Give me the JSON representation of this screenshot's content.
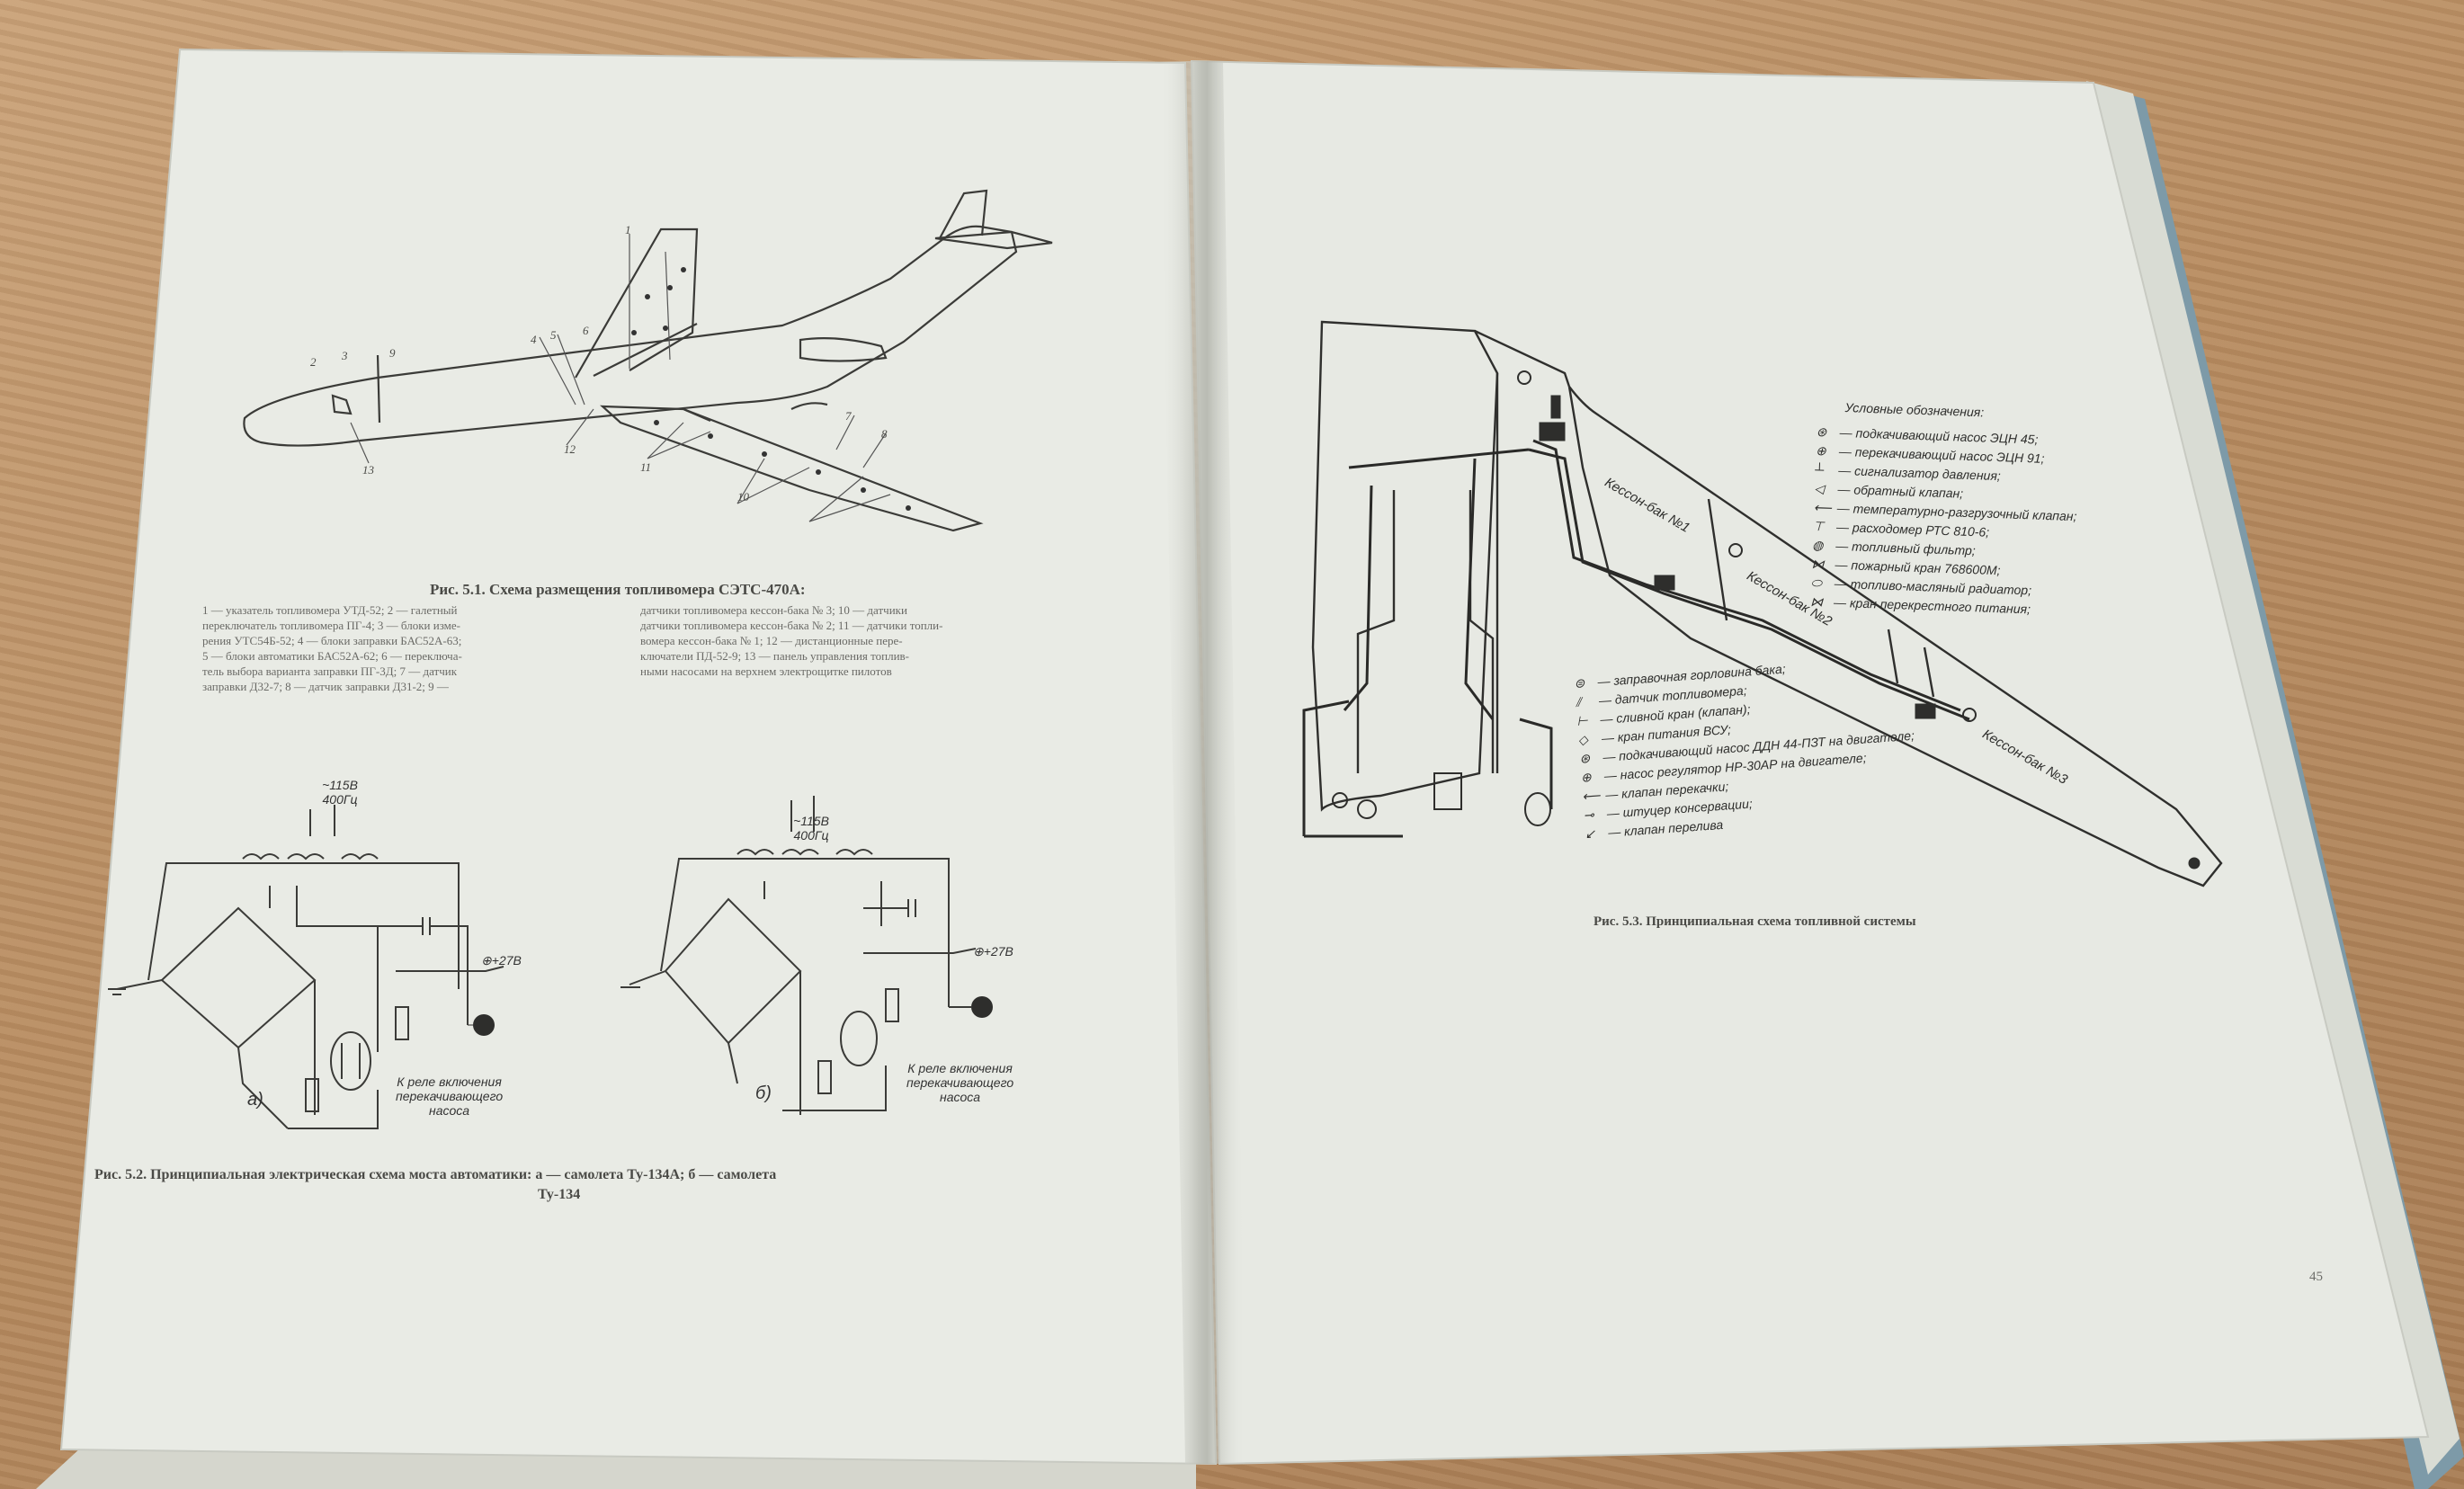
{
  "left_page": {
    "fig_5_1": {
      "caption": "Рис. 5.1. Схема размещения топливомера СЭТС-470А:",
      "desc_left": [
        "1 — указатель топливомера УТД-52; 2 — галетный",
        "переключатель топливомера ПГ-4; 3 — блоки изме-",
        "рения УТС54Б-52; 4 — блоки заправки БАС52А-63;",
        "5 — блоки автоматики БАС52А-62; 6 — переключа-",
        "тель выбора варианта заправки ПГ-3Д; 7 — датчик",
        "заправки Д32-7; 8 — датчик заправки Д31-2; 9 —"
      ],
      "desc_right": [
        "датчики топливомера кессон-бака № 3; 10 — датчики",
        "датчики топливомера кессон-бака № 2; 11 — датчики топли-",
        "вомера кессон-бака № 1; 12 — дистанционные пере-",
        "ключатели ПД-52-9; 13 — панель управления топлив-",
        "ными насосами на верхнем электрощитке пилотов"
      ],
      "numbers": [
        "1",
        "2",
        "3",
        "4",
        "5",
        "6",
        "7",
        "8",
        "9",
        "10",
        "11",
        "12",
        "13"
      ]
    },
    "fig_5_2": {
      "caption_line1": "Рис. 5.2. Принципиальная электрическая схема моста автоматики: а — самолета Ту-134А; б — самолета",
      "caption_line2": "Ту-134",
      "circuit_a": {
        "letter": "а)",
        "supply": "~115В 400Гц",
        "plus": "⊕+27В",
        "note": [
          "К реле включения",
          "перекачивающего",
          "насоса"
        ]
      },
      "circuit_b": {
        "letter": "б)",
        "supply": "~115В 400Гц",
        "plus": "⊕+27В",
        "note": [
          "К реле включения",
          "перекачивающего",
          "насоса"
        ]
      }
    }
  },
  "right_page": {
    "legend": {
      "title": "Условные обозначения:",
      "items": [
        {
          "sym": "⊛",
          "text": "— подкачивающий насос ЭЦН 45;"
        },
        {
          "sym": "⊕",
          "text": "— перекачивающий насос ЭЦН 91;"
        },
        {
          "sym": "┴",
          "text": "— сигнализатор давления;"
        },
        {
          "sym": "◁",
          "text": "— обратный клапан;"
        },
        {
          "sym": "⟵",
          "text": "— температурно-разгрузочный клапан;"
        },
        {
          "sym": "⊤",
          "text": "— расходомер РТС 810-6;"
        },
        {
          "sym": "◍",
          "text": "— топливный фильтр;"
        },
        {
          "sym": "⋈",
          "text": "— пожарный кран 768600М;"
        },
        {
          "sym": "⬭",
          "text": "— топливо-масляный радиатор;"
        },
        {
          "sym": "⋈",
          "text": "— кран перекрестного питания;"
        }
      ]
    },
    "list2": [
      {
        "sym": "⊜",
        "text": "— заправочная горловина бака;"
      },
      {
        "sym": "⫽",
        "text": "— датчик топливомера;"
      },
      {
        "sym": "⊢",
        "text": "— сливной кран (клапан);"
      },
      {
        "sym": "◇",
        "text": "— кран питания ВСУ;"
      },
      {
        "sym": "⊛",
        "text": "— подкачивающий насос ДДН 44-ПЗТ на двигателе;"
      },
      {
        "sym": "⊕",
        "text": "— насос регулятор НР-30АР на двигателе;"
      },
      {
        "sym": "⟵",
        "text": "— клапан перекачки;"
      },
      {
        "sym": "⊸",
        "text": "— штуцер консервации;"
      },
      {
        "sym": "↙",
        "text": "— клапан перелива"
      }
    ],
    "tanks": [
      "Кессон-бак №1",
      "Кессон-бак №2",
      "Кессон-бак №3"
    ],
    "fig_5_3_caption": "Рис. 5.3. Принципиальная схема топливной системы",
    "page_number": "45"
  }
}
